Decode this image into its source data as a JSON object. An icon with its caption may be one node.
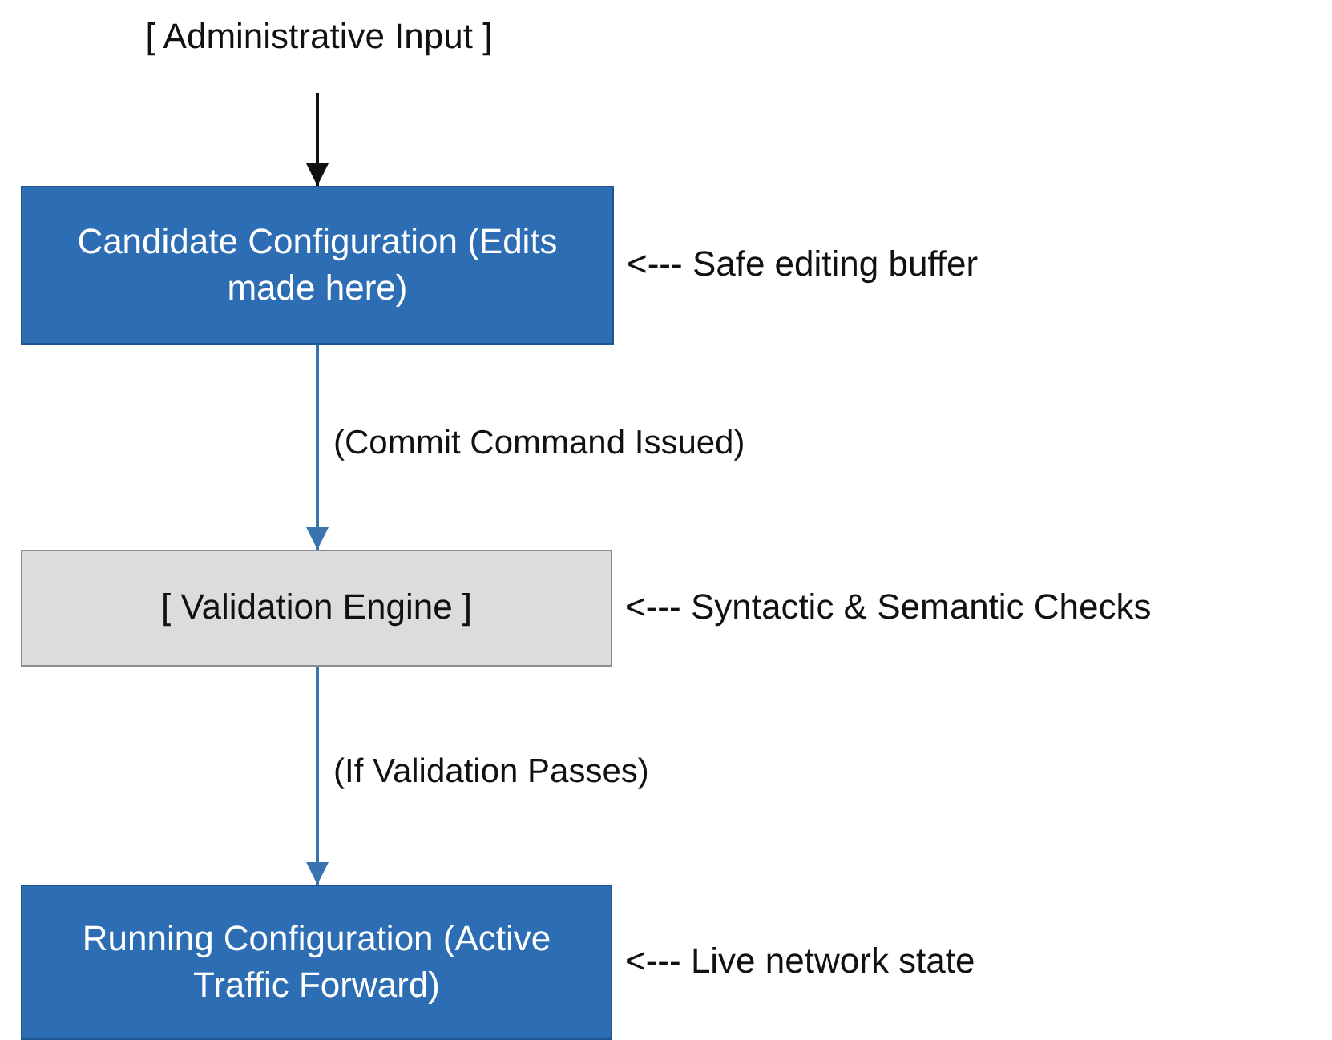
{
  "diagram": {
    "nodes": [
      {
        "text": [
          "[ Administrative Input ]"
        ]
      },
      {
        "text": [
          "Candidate Configuration (Edits made here)"
        ],
        "beside": [
          "<--- Safe editing buffer"
        ]
      },
      {
        "text": [
          "[ Validation Engine ]"
        ],
        "beside": [
          "<--- Syntactic & Semantic Checks"
        ]
      },
      {
        "text": [
          "Running Configuration (Active Traffic Forward)"
        ],
        "beside": [
          "<--- Live network state"
        ]
      }
    ],
    "edges": [
      {
        "from": 0,
        "to": 1,
        "arrow": "to",
        "color": "#111111"
      },
      {
        "from": 1,
        "to": 2,
        "arrow": "to",
        "label": "(Commit Command Issued)"
      },
      {
        "from": 2,
        "to": 3,
        "arrow": "to",
        "label": "(If Validation Passes)"
      }
    ]
  }
}
